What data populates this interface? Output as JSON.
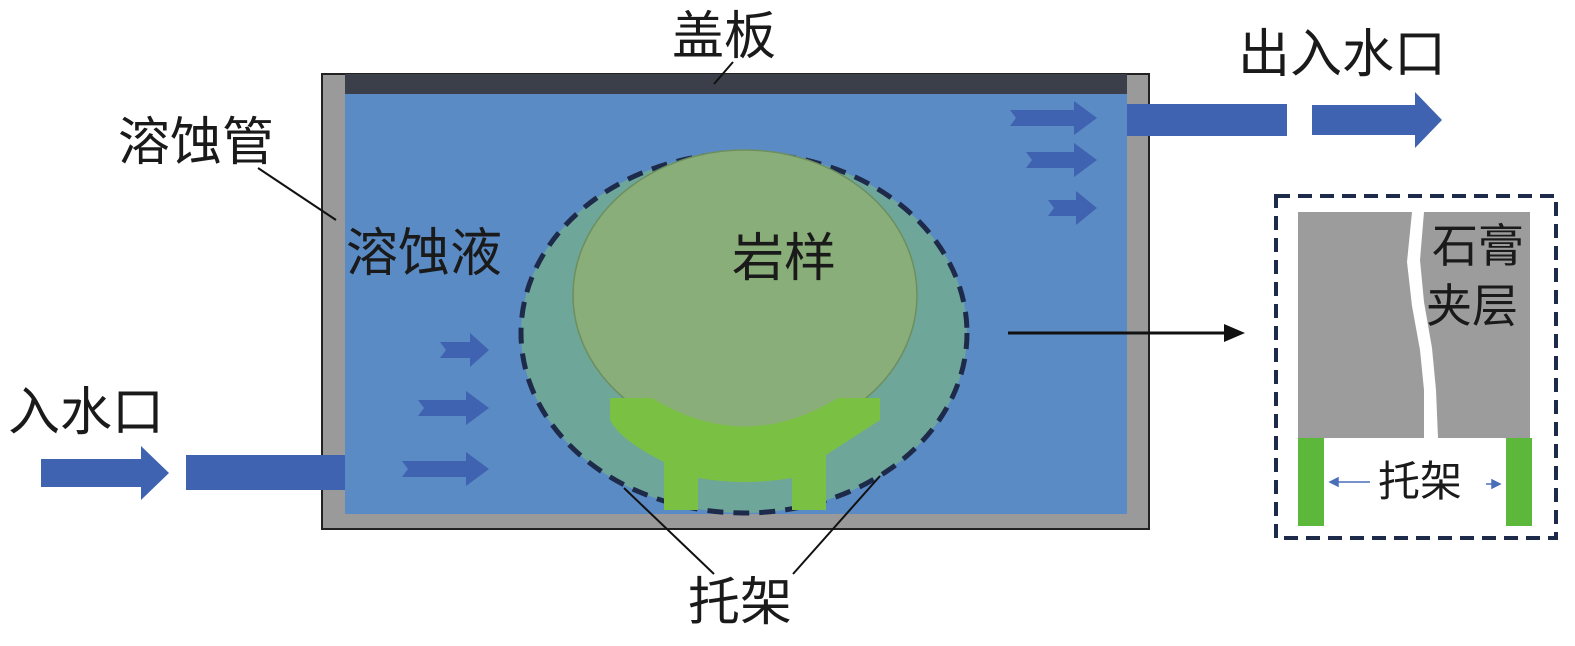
{
  "labels": {
    "cover_plate": "盖板",
    "dissolution_tube": "溶蚀管",
    "dissolution_liquid": "溶蚀液",
    "rock_sample": "岩样",
    "inlet": "入水口",
    "outlet": "出入水口",
    "bracket_bottom": "托架",
    "bracket_inset": "托架",
    "gypsum_line1": "石膏",
    "gypsum_line2": "夹层"
  },
  "colors": {
    "tank_wall": "#9a9a9a",
    "liquid": "#5a8bc4",
    "cover": "#3a3f4a",
    "halo": "#6ea69a",
    "rock": "#8aae79",
    "bracket": "#7ac143",
    "arrow": "#3f63b0",
    "dash_outline": "#1e2a4a",
    "inset_rock": "#9c9c9c",
    "inset_bracket": "#5cb83a"
  }
}
